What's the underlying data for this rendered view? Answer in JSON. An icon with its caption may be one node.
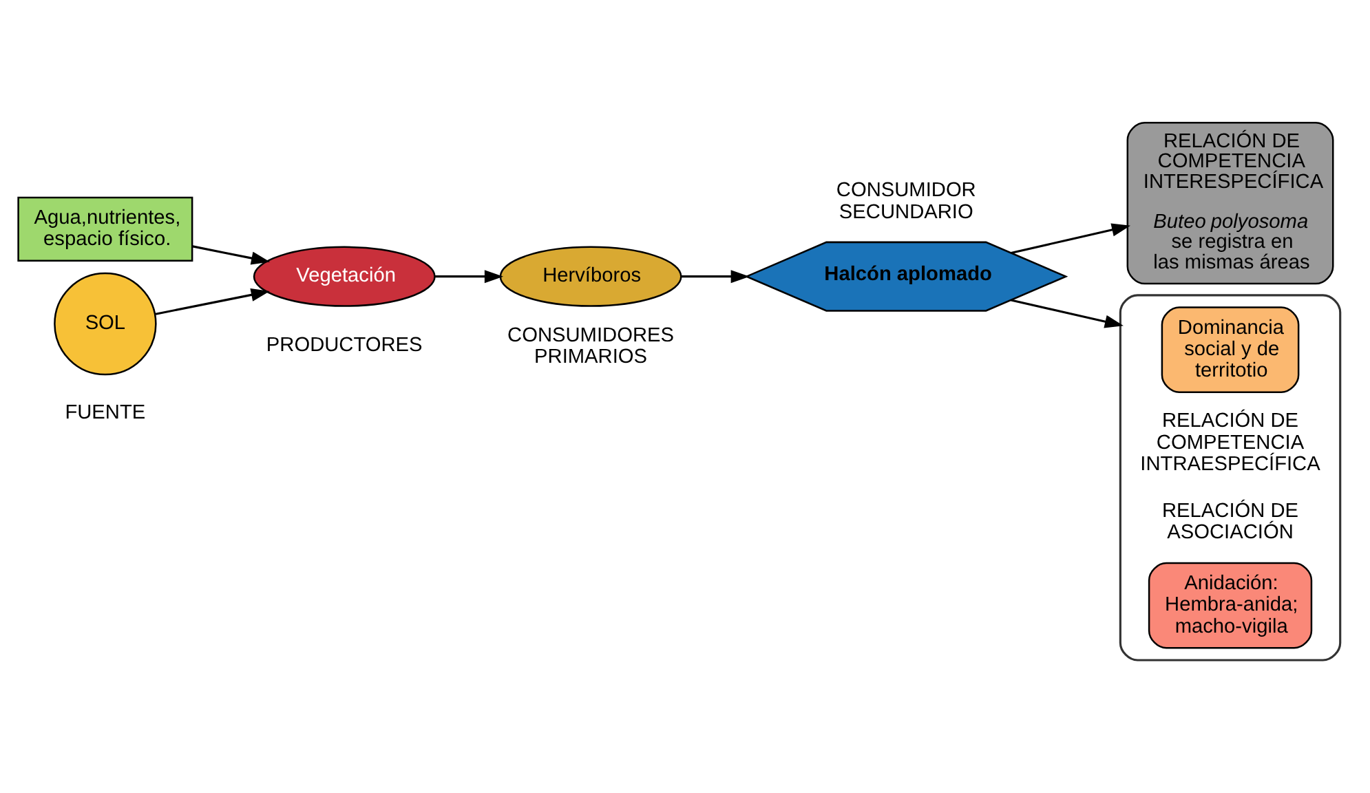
{
  "diagram": {
    "nodes": [
      {
        "text": [
          "Agua,nutrientes, espacio físico."
        ]
      },
      {
        "text": [
          "SOL"
        ],
        "beside": [
          "FUENTE"
        ]
      },
      {
        "text": [
          "Vegetación"
        ],
        "beside": [
          "PRODUCTORES"
        ]
      },
      {
        "text": [
          "Hervíboros"
        ],
        "beside": [
          "CONSUMIDORES PRIMARIOS"
        ]
      },
      {
        "text": [
          "Halcón aplomado"
        ],
        "beside": [
          "CONSUMIDOR SECUNDARIO"
        ]
      },
      {
        "text": [
          "RELACIÓN DE COMPETENCIA INTERESPECÍFICA",
          "*Buteo polyosoma* se registra en las mismas áreas"
        ]
      },
      {
        "text": [],
        "shape": "bracket"
      },
      {
        "text": [
          "Dominancia social y de territotio"
        ],
        "in": 6,
        "beside": [
          "RELACIÓN DE COMPETENCIA INTRAESPECÍFICA"
        ]
      },
      {
        "text": [
          "Anidación: Hembra-anida; macho-vigila"
        ],
        "in": 6,
        "beside": [
          "RELACIÓN DE ASOCIACIÓN"
        ]
      }
    ],
    "edges": [
      {
        "from": 0,
        "to": 2,
        "arrow": "to"
      },
      {
        "from": 1,
        "to": 2,
        "arrow": "to"
      },
      {
        "from": 2,
        "to": 3,
        "arrow": "to"
      },
      {
        "from": 3,
        "to": 4,
        "arrow": "to"
      },
      {
        "from": 4,
        "to": 5,
        "arrow": "to"
      },
      {
        "from": 4,
        "to": 6,
        "arrow": "to"
      }
    ]
  }
}
